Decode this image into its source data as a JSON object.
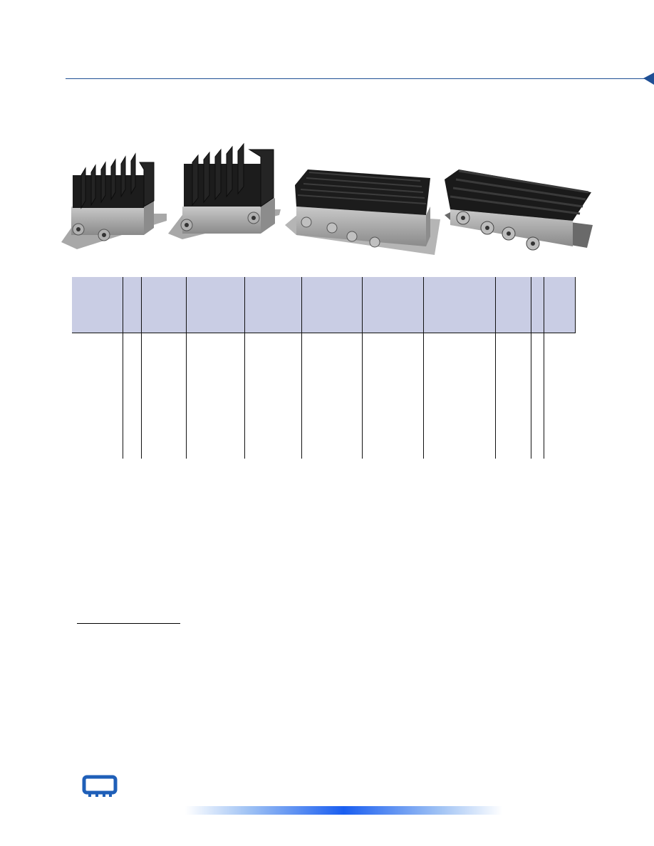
{
  "page": {
    "accent_color": "#1f4f95",
    "header_fill_color": "#c9cde4",
    "footer_gradient_color": "#1a5ef0"
  },
  "photos": {
    "items": [
      {
        "name": "amplifier-module-1",
        "connectors": 2
      },
      {
        "name": "amplifier-module-2",
        "connectors": 2
      },
      {
        "name": "amplifier-module-3",
        "connectors": 4
      },
      {
        "name": "amplifier-module-4",
        "connectors": 4
      }
    ]
  },
  "spec_table": {
    "headers": [
      "",
      "",
      "",
      "",
      "",
      "",
      "",
      "",
      "",
      "",
      ""
    ],
    "rows": [
      [
        "",
        "",
        "",
        "",
        "",
        "",
        "",
        "",
        "",
        "",
        ""
      ]
    ]
  },
  "footer": {
    "logo_icon": "chip-icon"
  }
}
